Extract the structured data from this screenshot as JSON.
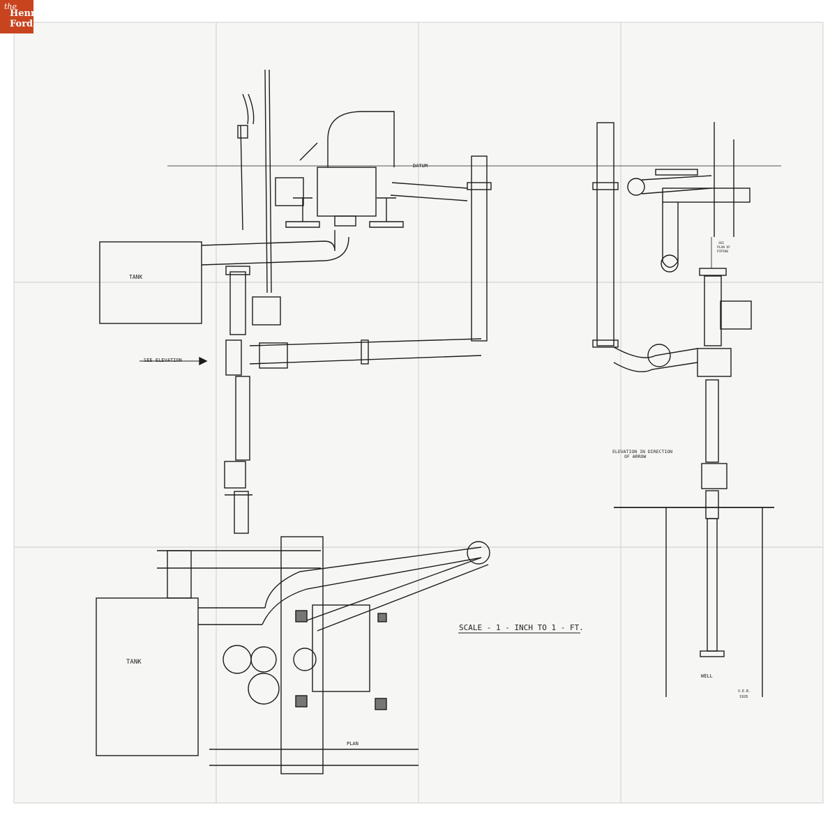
{
  "logo": {
    "line1": "the",
    "line2": "Henry",
    "line3": "Ford",
    "bg_color": "#c8441f"
  },
  "drawing": {
    "datum_label": "DATUM",
    "tank_label_top": "TANK",
    "see_elevation_label": "SEE ELEVATION",
    "elevation_caption_line1": "ELEVATION IN DIRECTION",
    "elevation_caption_line2": "OF ARROW",
    "note_line1": "SEE",
    "note_line2": "PLAN OF",
    "note_line3": "PIPING",
    "scale_label": "SCALE - 1 - INCH TO 1 - FT.",
    "tank_label_bottom": "TANK",
    "plan_label": "PLAN",
    "well_label": "WELL",
    "initials": "V.E.B.",
    "year": "1928"
  },
  "colors": {
    "paper": "#f6f6f4",
    "ink": "#1c1c1c",
    "fold": "#d4d4d0"
  }
}
